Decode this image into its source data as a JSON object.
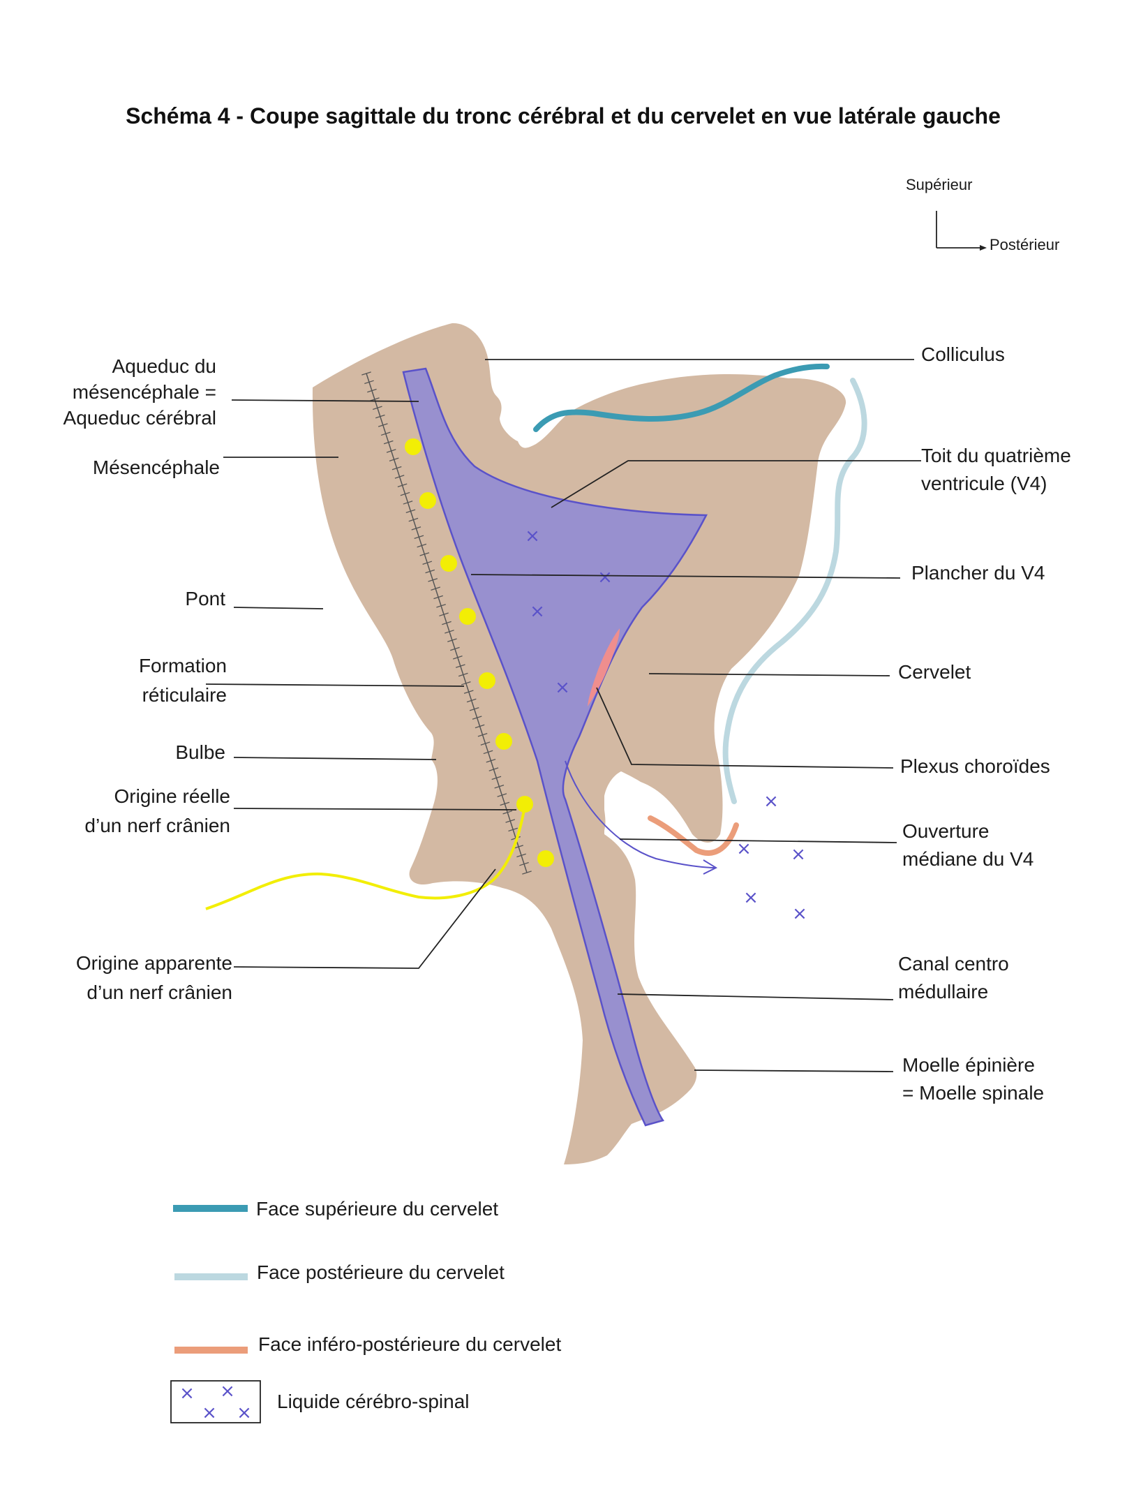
{
  "title": "Schéma 4 - Coupe sagittale du tronc cérébral et du cervelet en vue latérale gauche",
  "orientation": {
    "up": "Supérieur",
    "right": "Postérieur"
  },
  "labels_left": {
    "aqueduc": [
      "Aqueduc du",
      "mésencéphale =",
      "Aqueduc cérébral"
    ],
    "mesencephale": [
      "Mésencéphale"
    ],
    "pont": [
      "Pont"
    ],
    "formation": [
      "Formation",
      "réticulaire"
    ],
    "bulbe": [
      "Bulbe"
    ],
    "origine_reelle": [
      "Origine réelle",
      "d’un nerf crânien"
    ],
    "origine_apparente": [
      "Origine apparente",
      "d’un nerf crânien"
    ]
  },
  "labels_right": {
    "colliculus": [
      "Colliculus"
    ],
    "toit": [
      "Toit du quatrième",
      "ventricule (V4)"
    ],
    "plancher": [
      "Plancher du V4"
    ],
    "cervelet": [
      "Cervelet"
    ],
    "plexus": [
      "Plexus choroïdes"
    ],
    "ouverture": [
      "Ouverture",
      "médiane du V4"
    ],
    "canal": [
      "Canal centro",
      "médullaire"
    ],
    "moelle": [
      "Moelle épinière",
      "= Moelle spinale"
    ]
  },
  "legend": {
    "superieure": "Face supérieure du cervelet",
    "posterieure": "Face postérieure du cervelet",
    "infero": "Face inféro-postérieure du cervelet",
    "lcs": "Liquide cérébro-spinal"
  },
  "colors": {
    "tissue": "#d3b9a3",
    "ventricle": "#9890cf",
    "ventricle_edge": "#5a52c9",
    "superior_face": "#3b9bb3",
    "posterior_face": "#bcd8e0",
    "inferoposterior_face": "#eb9d7a",
    "nucleus": "#f2ee05",
    "nerve": "#f2ee05",
    "choroid": "#ef8e8e",
    "csf_mark": "#5a52c9"
  },
  "symbols": {
    "csf": "×"
  }
}
